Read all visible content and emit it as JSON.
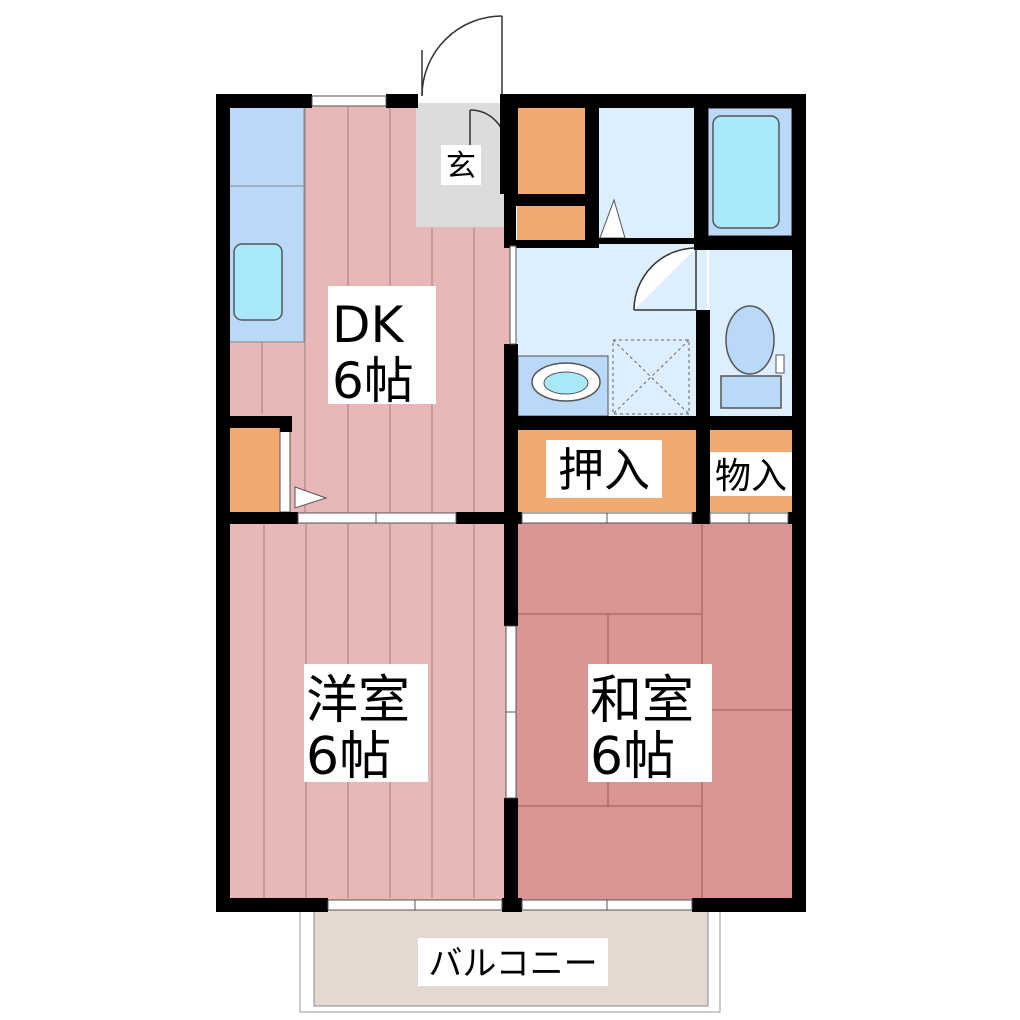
{
  "rooms": {
    "entrance": {
      "label": "玄"
    },
    "dk": {
      "line1": "DK",
      "line2": "6帖"
    },
    "western": {
      "line1": "洋室",
      "line2": "6帖"
    },
    "japanese": {
      "line1": "和室",
      "line2": "6帖"
    },
    "oshiire": {
      "label": "押入"
    },
    "monoire": {
      "label": "物入"
    },
    "balcony": {
      "label": "バルコニー"
    }
  },
  "colors": {
    "wall": "#000000",
    "wood_floor": "#e8b8b8",
    "tatami": "#d99493",
    "kitchen": "#bad8f8",
    "wet_area": "#ddeefc",
    "fixture": "#a8e8fa",
    "storage": "#f2a96f",
    "entrance": "#dcdcdc",
    "balcony": "#e3d9d0"
  }
}
